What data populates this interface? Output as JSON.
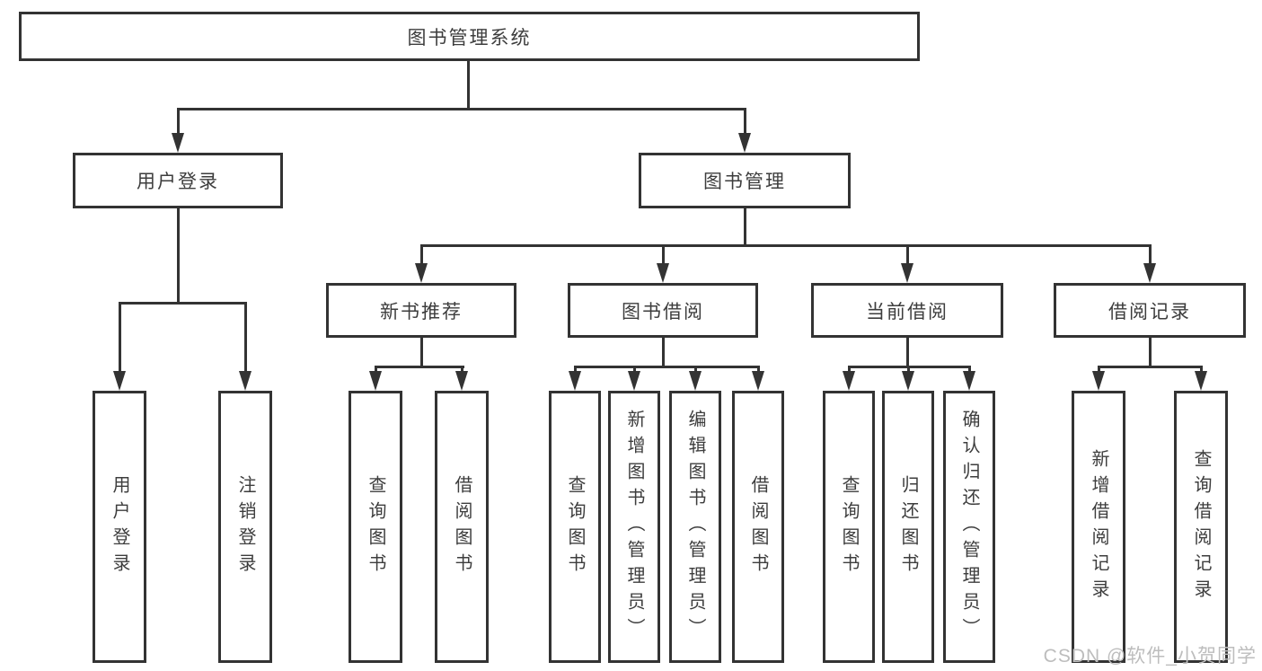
{
  "diagram": {
    "root": {
      "label": "图书管理系统"
    },
    "level2": {
      "user_login": {
        "label": "用户登录"
      },
      "book_management": {
        "label": "图书管理"
      }
    },
    "level3": {
      "new_book_recommend": {
        "label": "新书推荐"
      },
      "book_borrowing": {
        "label": "图书借阅"
      },
      "current_borrowing": {
        "label": "当前借阅"
      },
      "borrowing_records": {
        "label": "借阅记录"
      }
    },
    "leaves": {
      "user_login": [
        "用户登录",
        "注销登录"
      ],
      "new_book_recommend": [
        "查询图书",
        "借阅图书"
      ],
      "book_borrowing": [
        "查询图书",
        "新增图书（管理员）",
        "编辑图书（管理员）",
        "借阅图书"
      ],
      "current_borrowing": [
        "查询图书",
        "归还图书",
        "确认归还（管理员）"
      ],
      "borrowing_records": [
        "新增借阅记录",
        "查询借阅记录"
      ]
    },
    "watermark": "CSDN @软件_小贺同学",
    "colors": {
      "line": "#333333",
      "text": "#3d3d3d",
      "watermark": "#bdbdbd",
      "background": "#ffffff"
    }
  }
}
